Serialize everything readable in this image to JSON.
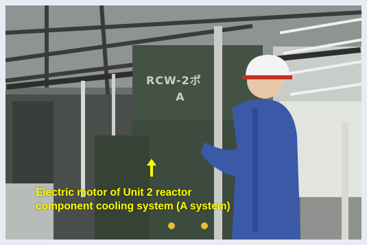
{
  "photo": {
    "machine_label_line1": "RCW-2ポ",
    "machine_label_line2": "A",
    "caption_line1": "Electric motor of Unit 2 reactor",
    "caption_line2": "component cooling system (A system)"
  },
  "colors": {
    "border": "#e8ecf2",
    "caption_text": "#ffff00",
    "equipment": "#3d4a3e",
    "coverall": "#3a5aa8",
    "helmet": "#f4f4f4"
  },
  "icons": [
    "arrow-up-icon"
  ]
}
